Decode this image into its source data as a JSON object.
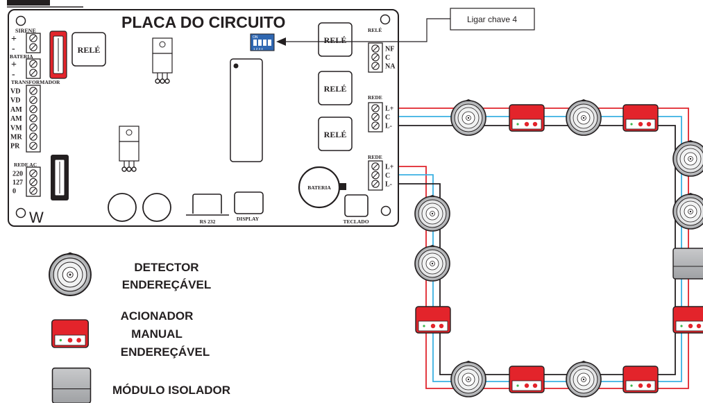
{
  "board": {
    "title": "PLACA DO CIRCUITO",
    "relay_label": "RELÉ",
    "sirene": "SIRENE",
    "bateria_small": "BATERIA",
    "transformador": "TRANSFORMADOR",
    "plus": "+",
    "minus": "-",
    "trafo_terminals": [
      "VD",
      "VD",
      "AM",
      "AM",
      "VM",
      "MR",
      "PR"
    ],
    "rede_ac": "REDE AC",
    "ac_terminals": [
      "220",
      "127",
      "0"
    ],
    "rele_block": "RELÉ",
    "relay_terminals": [
      "NF",
      "C",
      "NA"
    ],
    "rede": "REDE",
    "loop_terminals": [
      "L+",
      "C",
      "L-"
    ],
    "battery": "BATERIA",
    "rs232": "RS 232",
    "display": "DISPLAY",
    "teclado": "TECLADO",
    "corner_w": "W",
    "dip_on": "ON",
    "dip_numbers": "1 2 3 4"
  },
  "callout": {
    "text": "Ligar chave 4"
  },
  "legend": {
    "detector": [
      "DETECTOR",
      "ENDEREÇÁVEL"
    ],
    "manual": [
      "ACIONADOR",
      "MANUAL",
      "ENDEREÇÁVEL"
    ],
    "isolator": [
      "MÓDULO ISOLADOR"
    ]
  },
  "colors": {
    "red_wire": "#e0232b",
    "blue_wire": "#3ab0e2",
    "black_wire": "#231f20",
    "manual_red": "#e3242b",
    "isolator_gray": "#a7a9ac",
    "fuse_red": "#e3242b"
  }
}
